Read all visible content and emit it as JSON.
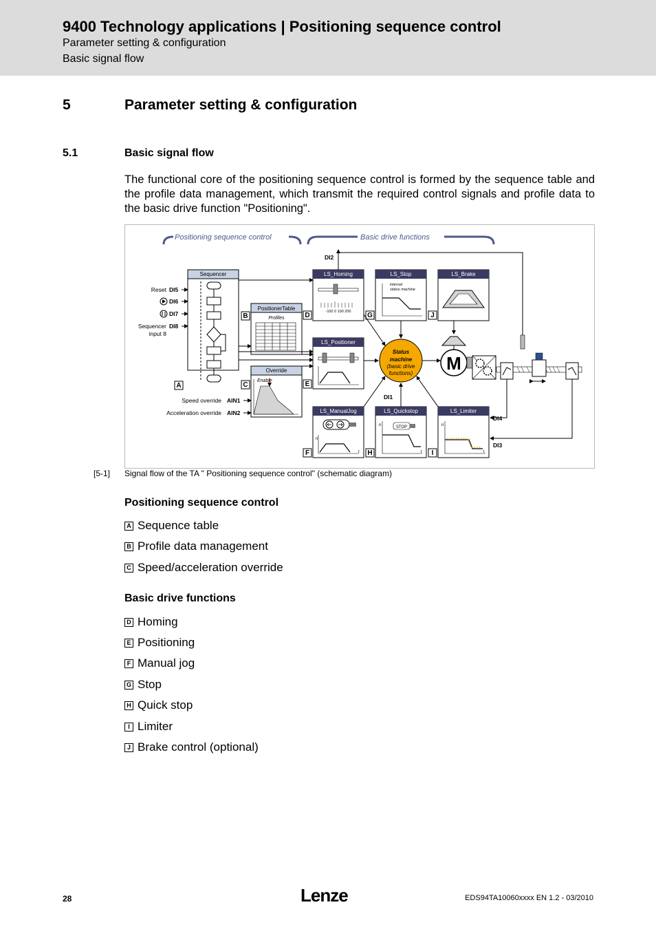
{
  "header": {
    "title": "9400 Technology applications | Positioning sequence control",
    "line2": "Parameter setting & configuration",
    "line3": "Basic signal flow"
  },
  "chapter": {
    "number": "5",
    "title": "Parameter setting & configuration"
  },
  "section": {
    "number": "5.1",
    "title": "Basic signal flow"
  },
  "intro": "The functional core of the positioning sequence control is formed by the sequence table and the profile data management, which transmit the required control signals and profile data to the basic drive function \"Positioning\".",
  "figure": {
    "bracket_left": "Positioning sequence control",
    "bracket_right": "Basic drive functions",
    "sequencer": "Sequencer",
    "positioner_table": "PositionerTable",
    "profiles": "Profiles",
    "override": "Override",
    "enable": "Enable",
    "reset": "Reset",
    "seq_input_1": "Sequencer",
    "seq_input_2": "input 8",
    "speed_override": "Speed override",
    "accel_override": "Acceleration override",
    "di5": "DI5",
    "di6": "DI6",
    "di7": "DI7",
    "di8": "DI8",
    "ain1": "AIN1",
    "ain2": "AIN2",
    "di1": "DI1",
    "di2": "DI2",
    "di3": "DI3",
    "di4": "DI4",
    "ls_homing": "LS_Homing",
    "ls_stop": "LS_Stop",
    "ls_brake": "LS_Brake",
    "ls_positioner": "LS_Positioner",
    "ls_manualjog": "LS_ManualJog",
    "ls_quickstop": "LS_Quickstop",
    "ls_limiter": "LS_Limiter",
    "internal_1": "internal",
    "internal_2": "status machine",
    "ticks": "-100   0   100 200",
    "stop_sign": "STOP",
    "status_1": "Status",
    "status_2": "machine",
    "status_3": "(basic drive",
    "status_4": "functions)",
    "motor": "M",
    "axis_n": "n",
    "axis_t": "t",
    "letters": [
      "A",
      "B",
      "C",
      "D",
      "E",
      "F",
      "G",
      "H",
      "I",
      "J"
    ]
  },
  "caption": {
    "number": "[5-1]",
    "text": "Signal flow of the TA \" Positioning sequence control\" (schematic diagram)"
  },
  "psc": {
    "heading": "Positioning sequence control",
    "items": [
      {
        "letter": "A",
        "text": "Sequence table"
      },
      {
        "letter": "B",
        "text": "Profile data management"
      },
      {
        "letter": "C",
        "text": "Speed/acceleration override"
      }
    ]
  },
  "bdf": {
    "heading": "Basic drive functions",
    "items": [
      {
        "letter": "D",
        "text": "Homing"
      },
      {
        "letter": "E",
        "text": "Positioning"
      },
      {
        "letter": "F",
        "text": "Manual jog"
      },
      {
        "letter": "G",
        "text": "Stop"
      },
      {
        "letter": "H",
        "text": "Quick stop"
      },
      {
        "letter": "I",
        "text": "Limiter"
      },
      {
        "letter": "J",
        "text": "Brake control (optional)"
      }
    ]
  },
  "footer": {
    "page": "28",
    "logo": "Lenze",
    "doc": "EDS94TA10060xxxx EN 1.2 - 03/2010"
  },
  "colors": {
    "header_bg": "#dcdcdc",
    "block_header": "#3b3a63",
    "status_machine": "#f5a800",
    "bracket": "#4a5a8a"
  }
}
